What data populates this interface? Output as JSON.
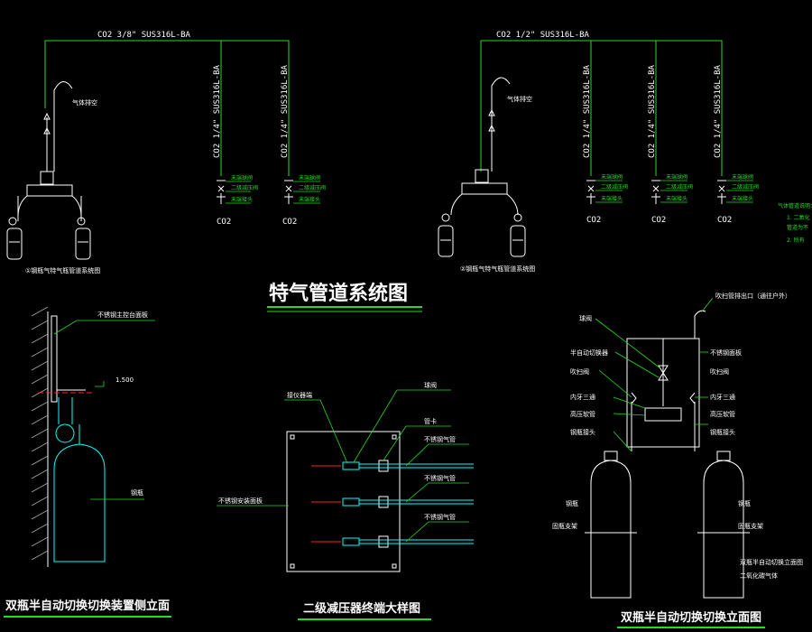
{
  "colors": {
    "background": "#000000",
    "pipe_green": "#22dd22",
    "cyan": "#00ffff",
    "white": "#ffffff",
    "red": "#ff2222",
    "gray": "#9aa0a0"
  },
  "main_title": "特气管道系统图",
  "left_system": {
    "main_pipe_label": "CO2 3/8\" SUS316L-BA",
    "purge_label": "气体排空",
    "branch_labels": [
      "CO2 1/4\" SUS316L-BA",
      "CO2 1/4\" SUS316L-BA"
    ],
    "branch_outlet_labels": [
      "CO2",
      "CO2"
    ],
    "valve_notes": [
      "末端球阀",
      "二级减压阀",
      "末端接头"
    ],
    "caption": "①钢瓶气特气瓶管道系统图"
  },
  "right_system": {
    "main_pipe_label": "CO2 1/2\" SUS316L-BA",
    "purge_label": "气体排空",
    "branch_labels": [
      "CO2 1/4\" SUS316L-BA",
      "CO2 1/4\" SUS316L-BA",
      "CO2 1/4\" SUS316L-BA"
    ],
    "branch_outlet_labels": [
      "CO2",
      "CO2",
      "CO2"
    ],
    "valve_notes": [
      "末端球阀",
      "二级减压阀",
      "末端接头"
    ],
    "caption": "②钢瓶气特气瓶管道系统图",
    "side_notes": [
      "气体管道说明：",
      "1. 二氧化",
      "管道为不",
      "2. 所有"
    ]
  },
  "side_view": {
    "panel_label": "不锈钢主控台面板",
    "elevation_label": "1.500",
    "cylinder_label": "钢瓶",
    "caption": "双瓶半自动切换切换装置侧立面"
  },
  "terminal_detail": {
    "labels": [
      "接仪器端",
      "球阀",
      "管卡",
      "不锈钢气管",
      "不锈钢气管",
      "不锈钢气管",
      "不锈钢安装面板"
    ],
    "caption": "二级减压器终端大样图"
  },
  "front_view": {
    "top_label": "吹扫管排出口（通往户外）",
    "left_labels": [
      "球阀",
      "半自动切换器",
      "吹扫阀",
      "内牙三通",
      "高压软管",
      "钢瓶接头",
      "钢瓶",
      "固瓶支架"
    ],
    "right_labels": [
      "不锈钢面板",
      "吹扫阀",
      "内牙三通",
      "高压软管",
      "钢瓶接头",
      "钢瓶",
      "固瓶支架"
    ],
    "notes": [
      "双瓶半自动切换立面图",
      "二氧化碳气体"
    ],
    "caption": "双瓶半自动切换切换立面图"
  }
}
